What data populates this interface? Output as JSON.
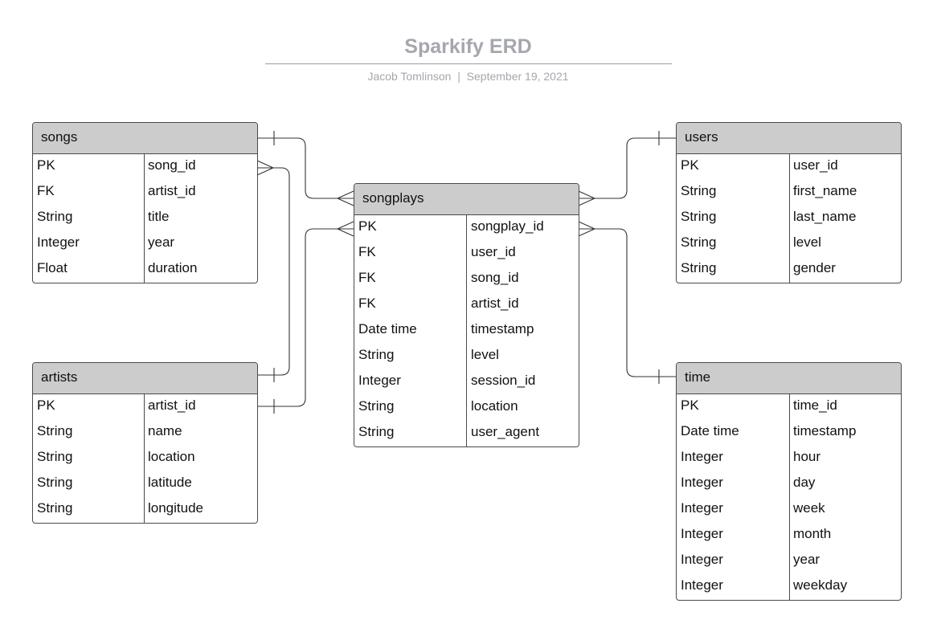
{
  "header": {
    "title": "Sparkify ERD",
    "author": "Jacob Tomlinson",
    "separator": "|",
    "date": "September 19, 2021"
  },
  "entities": {
    "songs": {
      "name": "songs",
      "rows": [
        {
          "type": "PK",
          "field": "song_id"
        },
        {
          "type": "FK",
          "field": "artist_id"
        },
        {
          "type": "String",
          "field": "title"
        },
        {
          "type": "Integer",
          "field": "year"
        },
        {
          "type": "Float",
          "field": "duration"
        }
      ]
    },
    "artists": {
      "name": "artists",
      "rows": [
        {
          "type": "PK",
          "field": "artist_id"
        },
        {
          "type": "String",
          "field": "name"
        },
        {
          "type": "String",
          "field": "location"
        },
        {
          "type": "String",
          "field": "latitude"
        },
        {
          "type": "String",
          "field": "longitude"
        }
      ]
    },
    "songplays": {
      "name": "songplays",
      "rows": [
        {
          "type": "PK",
          "field": "songplay_id"
        },
        {
          "type": "FK",
          "field": "user_id"
        },
        {
          "type": "FK",
          "field": "song_id"
        },
        {
          "type": "FK",
          "field": "artist_id"
        },
        {
          "type": "Date time",
          "field": "timestamp"
        },
        {
          "type": "String",
          "field": "level"
        },
        {
          "type": "Integer",
          "field": "session_id"
        },
        {
          "type": "String",
          "field": "location"
        },
        {
          "type": "String",
          "field": "user_agent"
        }
      ]
    },
    "users": {
      "name": "users",
      "rows": [
        {
          "type": "PK",
          "field": "user_id"
        },
        {
          "type": "String",
          "field": "first_name"
        },
        {
          "type": "String",
          "field": "last_name"
        },
        {
          "type": "String",
          "field": "level"
        },
        {
          "type": "String",
          "field": "gender"
        }
      ]
    },
    "time": {
      "name": "time",
      "rows": [
        {
          "type": "PK",
          "field": "time_id"
        },
        {
          "type": "Date time",
          "field": "timestamp"
        },
        {
          "type": "Integer",
          "field": "hour"
        },
        {
          "type": "Integer",
          "field": "day"
        },
        {
          "type": "Integer",
          "field": "week"
        },
        {
          "type": "Integer",
          "field": "month"
        },
        {
          "type": "Integer",
          "field": "year"
        },
        {
          "type": "Integer",
          "field": "weekday"
        }
      ]
    }
  },
  "relationships": [
    {
      "from": "songs",
      "to": "songplays",
      "from_end": "one",
      "to_end": "many"
    },
    {
      "from": "artists",
      "to": "songs",
      "from_end": "one",
      "to_end": "many"
    },
    {
      "from": "artists",
      "to": "songplays",
      "from_end": "one",
      "to_end": "many"
    },
    {
      "from": "users",
      "to": "songplays",
      "from_end": "one",
      "to_end": "many"
    },
    {
      "from": "time",
      "to": "songplays",
      "from_end": "one",
      "to_end": "many"
    }
  ],
  "colors": {
    "header_fill": "#cccccc",
    "border": "#4a4a4a",
    "title": "#a4a7ad",
    "connector": "#333333"
  }
}
